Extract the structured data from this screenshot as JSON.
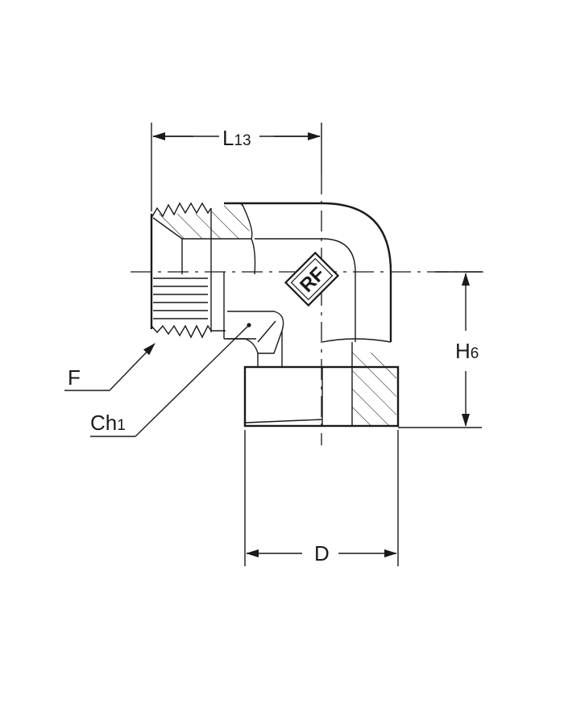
{
  "dimensions": {
    "l13": {
      "main": "L",
      "sub": "13"
    },
    "h6": {
      "main": "H",
      "sub": "6"
    },
    "d": {
      "main": "D"
    }
  },
  "callouts": {
    "f": {
      "main": "F"
    },
    "ch1": {
      "main": "Ch",
      "sub": "1"
    }
  },
  "logo": {
    "text": "RF"
  }
}
